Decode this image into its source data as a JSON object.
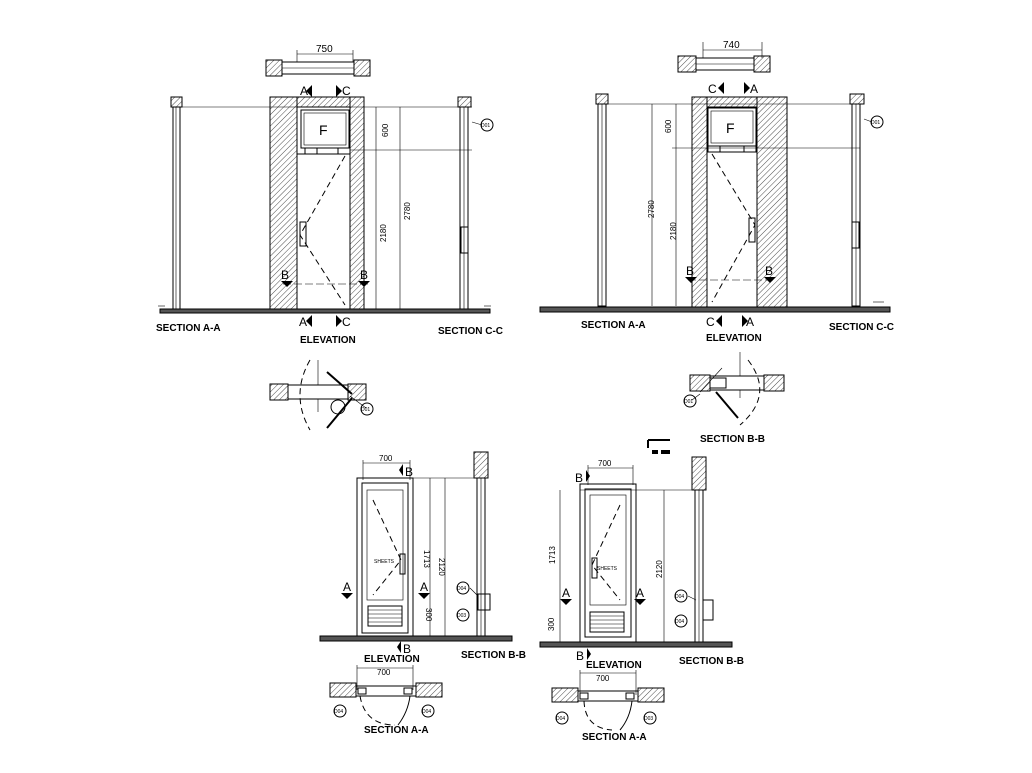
{
  "drawing_1": {
    "width_dim": "750",
    "height_600": "600",
    "height_2180": "2180",
    "height_2780": "2780",
    "marker_a": "A",
    "marker_b": "B",
    "marker_c": "C",
    "panel_label": "F",
    "section_aa": "SECTION A-A",
    "section_cc": "SECTION C-C",
    "elevation": "ELEVATION",
    "tag_right": "D01",
    "tag_plan": "D01"
  },
  "drawing_2": {
    "width_dim": "740",
    "height_600": "600",
    "height_2180": "2180",
    "height_2780": "2780",
    "marker_a": "A",
    "marker_b": "B",
    "marker_c": "C",
    "panel_label": "F",
    "section_aa": "SECTION A-A",
    "section_cc": "SECTION C-C",
    "elevation": "ELEVATION",
    "section_bb": "SECTION B-B",
    "tag_right": "D01",
    "tag_plan": "D01"
  },
  "drawing_3": {
    "width_dim": "700",
    "plan_width_dim": "700",
    "height_1713": "1713",
    "height_2120": "2120",
    "height_300": "300",
    "marker_a": "A",
    "marker_b": "B",
    "glass_label": "SHEETS",
    "elevation": "ELEVATION",
    "section_bb": "SECTION B-B",
    "section_aa": "SECTION A-A",
    "tag_1": "D04",
    "tag_2": "D03",
    "tag_3": "D04",
    "tag_4": "D04"
  },
  "drawing_4": {
    "width_dim": "700",
    "plan_width_dim": "700",
    "height_1713": "1713",
    "height_2120": "2120",
    "height_300": "300",
    "marker_a": "A",
    "marker_b": "B",
    "glass_label": "SHEETS",
    "elevation": "ELEVATION",
    "section_bb": "SECTION B-B",
    "section_aa": "SECTION A-A",
    "tag_1": "D04",
    "tag_2": "D04",
    "tag_3": "D04",
    "tag_4": "D03"
  }
}
